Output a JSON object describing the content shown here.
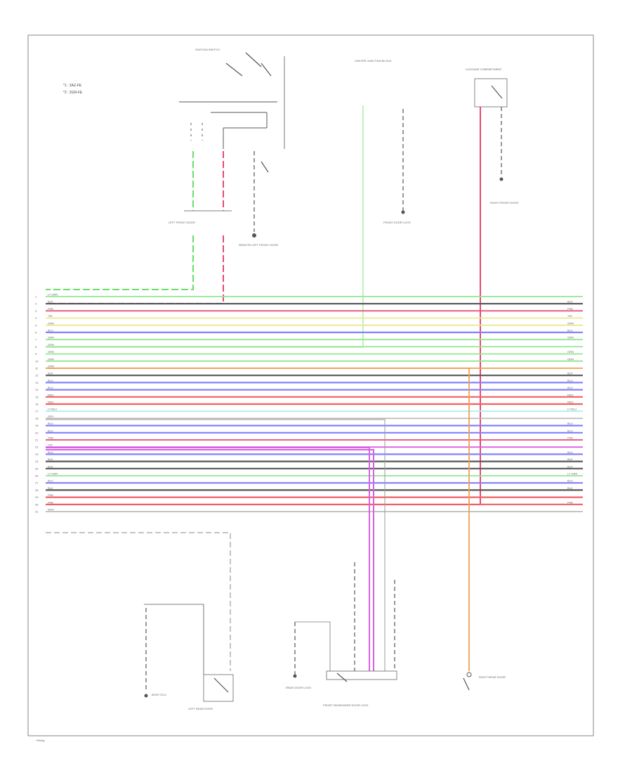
{
  "legend": [
    {
      "marker": "*1",
      "text": "*1 : 2AZ-FE"
    },
    {
      "marker": "*2",
      "text": "*2 : 2GR-FE"
    }
  ],
  "colors": {
    "frame": "#9a9a9a",
    "black": "#555555",
    "green": "#66e066",
    "pink": "#e84870",
    "lightgreen": "#90e890",
    "yellow": "#e8e890",
    "blue": "#8080ff",
    "orange": "#f0a050",
    "cyan": "#a8f0f0",
    "violet": "#d860e0",
    "red": "#f06060",
    "gray": "#bbbbbb"
  },
  "bus_wires": [
    {
      "color": "lightgreen",
      "left": "LT GRN",
      "right": ""
    },
    {
      "color": "black",
      "left": "BLK",
      "right": "BLK"
    },
    {
      "color": "pink",
      "left": "PNK",
      "right": "PNK"
    },
    {
      "color": "yellow",
      "left": "YEL",
      "right": "YEL"
    },
    {
      "color": "yellow",
      "left": "GRN",
      "right": "GRN"
    },
    {
      "color": "blue",
      "left": "BLU",
      "right": "BLU"
    },
    {
      "color": "lightgreen",
      "left": "GRN",
      "right": "GRN"
    },
    {
      "color": "lightgreen",
      "left": "GRN",
      "right": ""
    },
    {
      "color": "lightgreen",
      "left": "GRN",
      "right": "GRN"
    },
    {
      "color": "lightgreen",
      "left": "GRN",
      "right": "GRN"
    },
    {
      "color": "orange",
      "left": "ORN",
      "right": ""
    },
    {
      "color": "black",
      "left": "BLK",
      "right": "BLK"
    },
    {
      "color": "blue",
      "left": "BLU",
      "right": "BLU"
    },
    {
      "color": "blue",
      "left": "BLU",
      "right": "BLU"
    },
    {
      "color": "red",
      "left": "RED",
      "right": "RED"
    },
    {
      "color": "red",
      "left": "RED",
      "right": "RED"
    },
    {
      "color": "cyan",
      "left": "LT BLU",
      "right": "LT BLU"
    },
    {
      "color": "gray",
      "left": "GRY",
      "right": ""
    },
    {
      "color": "blue",
      "left": "BLU",
      "right": "BLU"
    },
    {
      "color": "blue",
      "left": "BLU",
      "right": "BLU"
    },
    {
      "color": "pink",
      "left": "PNK",
      "right": "PNK"
    },
    {
      "color": "violet",
      "left": "VIO",
      "right": ""
    },
    {
      "color": "blue",
      "left": "BLU",
      "right": "BLU"
    },
    {
      "color": "black",
      "left": "BLK",
      "right": "BLK"
    },
    {
      "color": "black",
      "left": "BLK",
      "right": "BLK"
    },
    {
      "color": "lightgreen",
      "left": "LT GRN",
      "right": "LT GRN"
    },
    {
      "color": "blue",
      "left": "BLU",
      "right": "BLU"
    },
    {
      "color": "black",
      "left": "BLK",
      "right": "BLK"
    },
    {
      "color": "red",
      "left": "PNK",
      "right": ""
    },
    {
      "color": "red",
      "left": "PNK",
      "right": "PNK"
    },
    {
      "color": "gray",
      "left": "WHT",
      "right": ""
    }
  ],
  "components": {
    "ignition_switch": "IGNITION SWITCH",
    "left_front_door": "LEFT FRONT DOOR",
    "remote_left_front_door": "REMOTE LEFT FRONT DOOR",
    "center_junction": "CENTER JUNCTION BLOCK",
    "front_door_lock": "FRONT DOOR LOCK",
    "luggage_compartment": "LUGGAGE COMPARTMENT",
    "right_front_door": "RIGHT FRONT DOOR",
    "body_ecu": "BODY ECU",
    "left_rear_door": "LEFT REAR DOOR",
    "rear_door_lock": "REAR DOOR LOCK",
    "right_rear_door": "RIGHT REAR DOOR",
    "front_passenger_door": "FRONT PASSENGER DOOR LOCK"
  },
  "footer": "Wiring"
}
